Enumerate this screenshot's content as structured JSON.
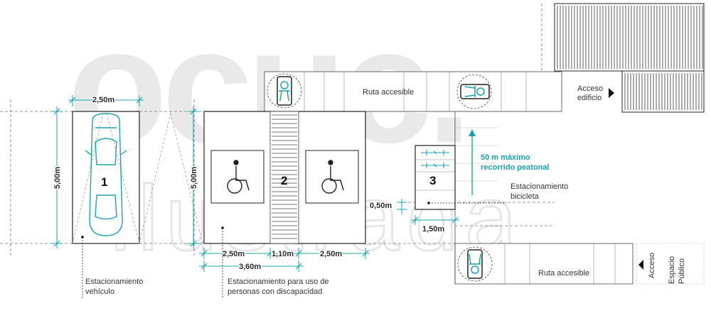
{
  "watermark": {
    "brand": "ocuc.",
    "subtitle": "ilustrada"
  },
  "spaces": [
    {
      "number": "1"
    },
    {
      "number": "2"
    },
    {
      "number": "3"
    }
  ],
  "dimensions": {
    "car_width": "2,50m",
    "car_length": "5,00m",
    "accessible_length": "5,00m",
    "accessible_left_width": "2,50m",
    "accessible_aisle_width": "1,10m",
    "accessible_right_width": "2,50m",
    "accessible_total_width": "3,60m",
    "bike_height": "0,50m",
    "bike_width": "1,50m"
  },
  "labels": {
    "route_top": "Ruta accesible",
    "route_bottom": "Ruta accesible",
    "building_access_line1": "Acceso",
    "building_access_line2": "edificio",
    "walk_note_line1": "50 m máximo",
    "walk_note_line2": "recorrido peatonal",
    "bike_parking_line1": "Estacionamiento",
    "bike_parking_line2": "bicicleta",
    "vehicle_parking_line1": "Estacionamiento",
    "vehicle_parking_line2": "vehículo",
    "disabled_parking_line1": "Estacionamiento para uso de",
    "disabled_parking_line2": "personas con discapacidad",
    "access_vertical": "Acceso",
    "public_space_line1": "Espacio",
    "public_space_line2": "Público"
  },
  "icons": [
    "wheelchair-icon",
    "wheelchair-user-topview-icon",
    "arrow-right-icon",
    "arrow-left-icon",
    "arrow-up-icon",
    "car-topview-icon",
    "bicycle-icon"
  ],
  "colors": {
    "accent": "#1aa5ad",
    "line": "#222222",
    "watermark": "#e9e9e9"
  }
}
